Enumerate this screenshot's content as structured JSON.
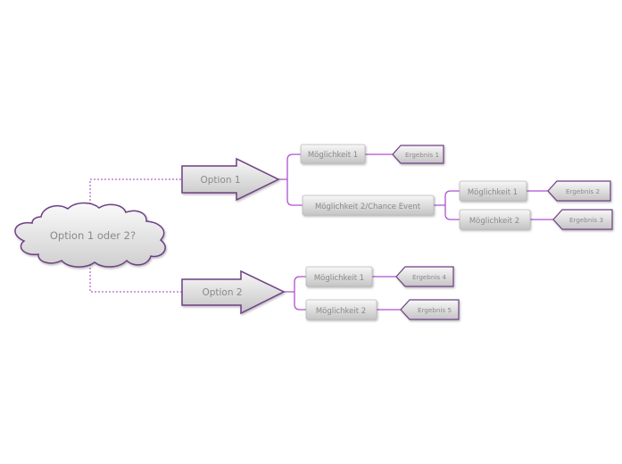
{
  "root": {
    "label": "Option 1 oder 2?"
  },
  "options": [
    {
      "label": "Option 1"
    },
    {
      "label": "Option 2"
    }
  ],
  "possibilities": [
    {
      "label": "Möglichkeit 1"
    },
    {
      "label": "Möglichkeit 2/Chance Event"
    },
    {
      "label": "Möglichkeit 1"
    },
    {
      "label": "Möglichkeit 2"
    },
    {
      "label": "Möglichkeit 1"
    },
    {
      "label": "Möglichkeit 2"
    }
  ],
  "results": [
    {
      "label": "Ergebnis 1"
    },
    {
      "label": "Ergebnis 2"
    },
    {
      "label": "Ergebnis 3"
    },
    {
      "label": "Ergebnis 4"
    },
    {
      "label": "Ergebnis 5"
    }
  ],
  "colors": {
    "connector": "#b04fd0",
    "dotted_connector": "#a03fb8",
    "node_border": "#6e3f84",
    "text": "#8a8a8a"
  }
}
